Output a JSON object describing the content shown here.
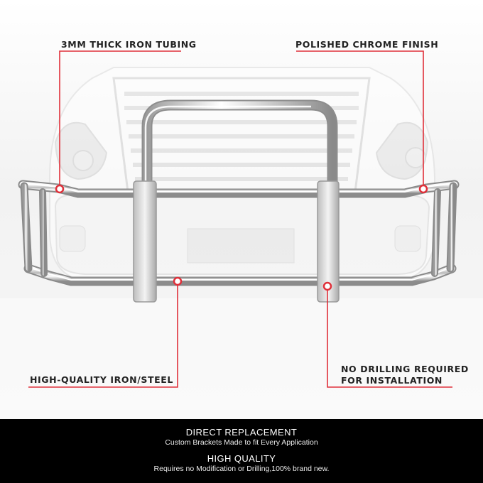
{
  "callouts": {
    "tubing": "3MM THICK IRON TUBING",
    "finish": "POLISHED CHROME FINISH",
    "material": "HIGH-QUALITY IRON/STEEL",
    "drilling_line1": "NO DRILLING REQUIRED",
    "drilling_line2": "FOR INSTALLATION"
  },
  "footer": {
    "heading1": "DIRECT REPLACEMENT",
    "sub1": "Custom Brackets Made to fit Every Application",
    "heading2": "HIGH QUALITY",
    "sub2": "Requires no Modification or Drilling,100% brand new."
  },
  "colors": {
    "accent": "#e0303a",
    "footer_bg": "#000000",
    "text": "#222222"
  },
  "icons": {
    "marker": "ring-marker-icon"
  }
}
